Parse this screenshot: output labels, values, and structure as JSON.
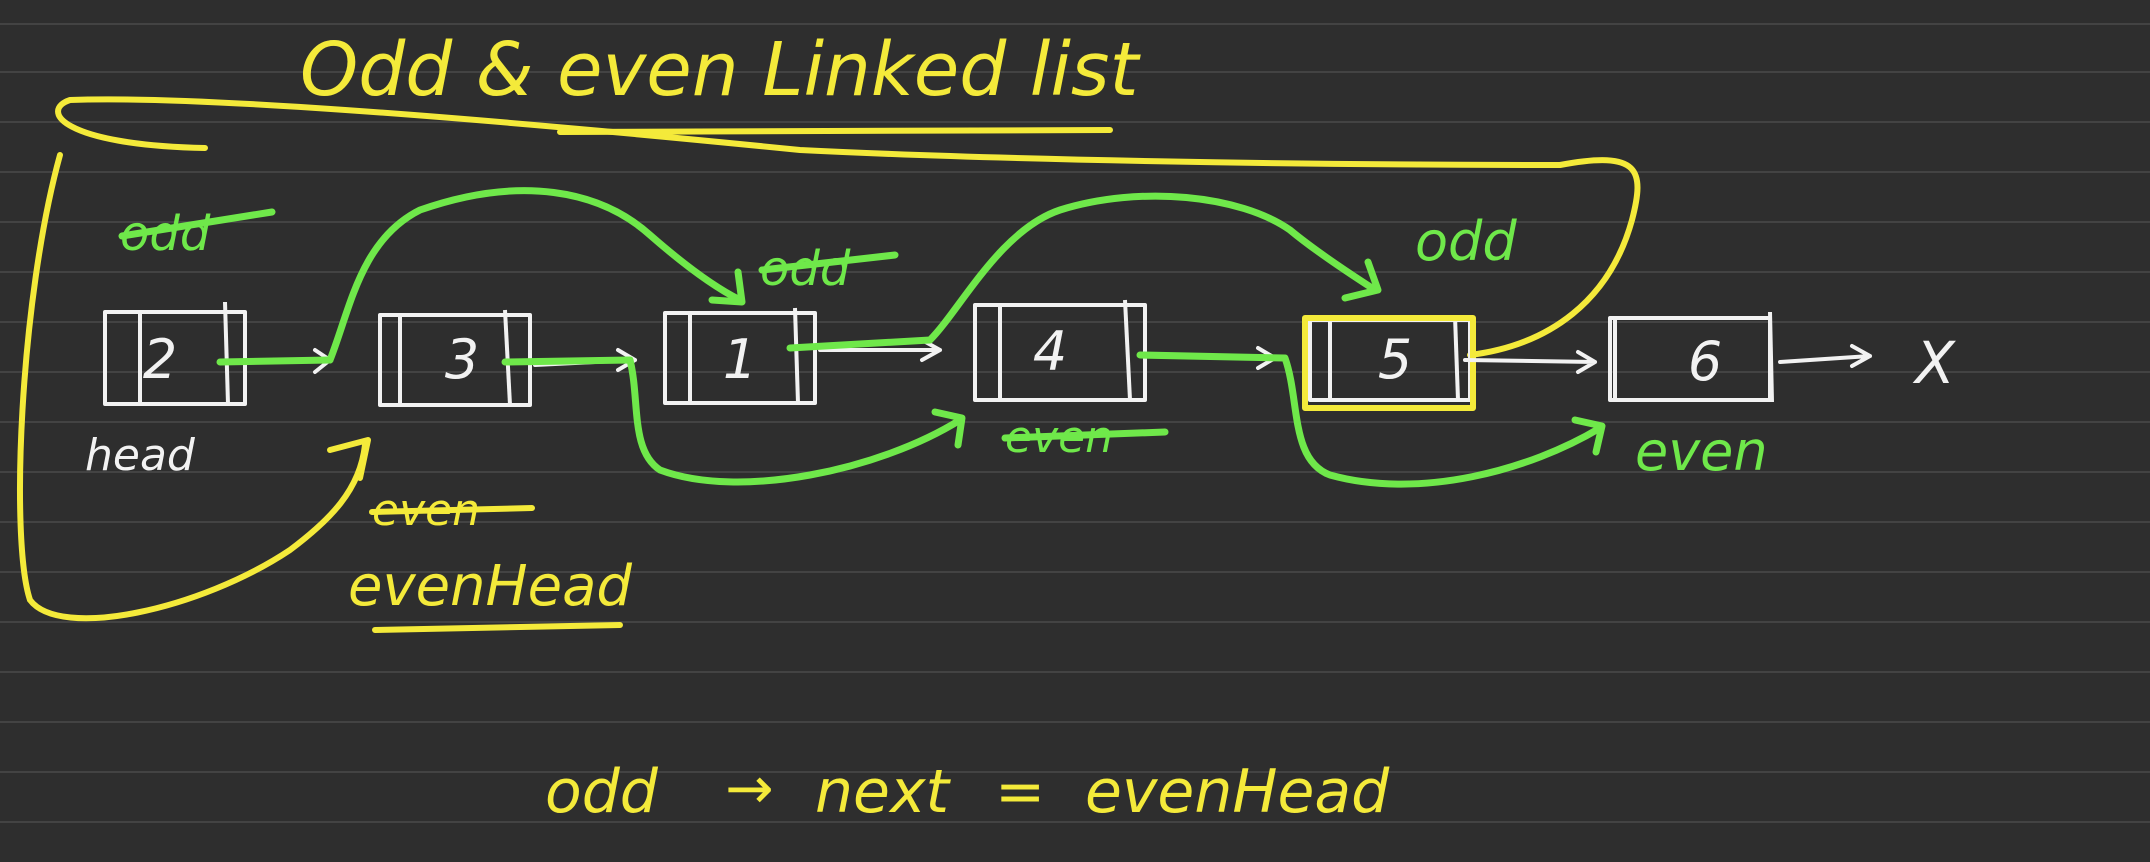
{
  "title": "Odd & even Linked list",
  "nodes": [
    "2",
    "3",
    "1",
    "4",
    "5",
    "6"
  ],
  "null_marker": "X",
  "labels": {
    "head": "head",
    "odd_1": "odd",
    "odd_2": "odd",
    "odd_3": "odd",
    "even_1": "even",
    "even_2": "even",
    "even_3": "even",
    "even_head": "evenHead"
  },
  "formula": {
    "lhs": "odd",
    "arrow": "→",
    "field": "next",
    "equals": "=",
    "rhs": "evenHead"
  },
  "colors": {
    "background": "#2e2e2e",
    "ink": "#f2f2f2",
    "highlight": "#f4ea3a",
    "pointer": "#6fe84a"
  }
}
